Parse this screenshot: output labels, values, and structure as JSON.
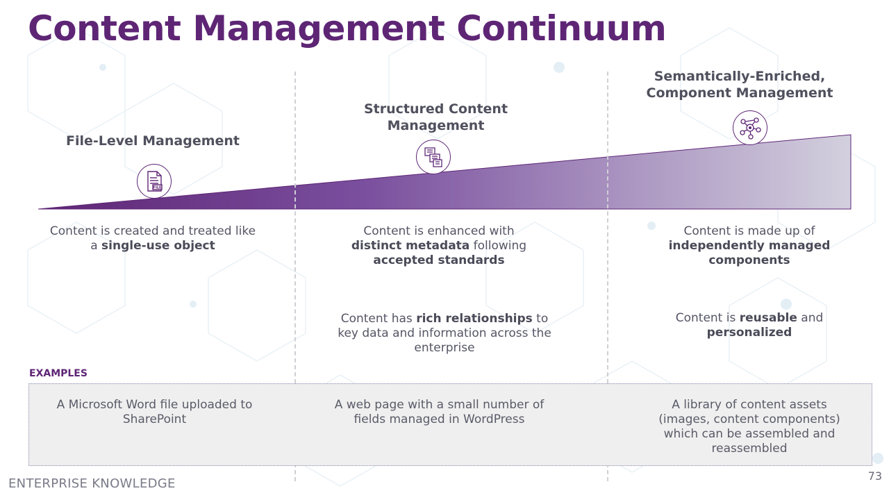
{
  "title": "Content Management Continuum",
  "columns": [
    {
      "heading": "File-Level Management",
      "icon": "file-icon",
      "descriptions": [
        [
          {
            "text": "Content is created and treated like a "
          },
          {
            "text": "single-use object",
            "bold": true
          }
        ]
      ],
      "example": "A Microsoft Word file uploaded to SharePoint"
    },
    {
      "heading": "Structured Content Management",
      "icon": "structured-content-icon",
      "descriptions": [
        [
          {
            "text": "Content is enhanced with "
          },
          {
            "text": "distinct metadata",
            "bold": true
          },
          {
            "text": " following "
          },
          {
            "text": "accepted standards",
            "bold": true
          }
        ],
        [
          {
            "text": "Content has "
          },
          {
            "text": "rich relationships",
            "bold": true
          },
          {
            "text": " to key data and information across the enterprise"
          }
        ]
      ],
      "example": "A web page with a small number of fields managed in WordPress"
    },
    {
      "heading": "Semantically-Enriched, Component Management",
      "icon": "semantic-network-icon",
      "descriptions": [
        [
          {
            "text": "Content is made up of "
          },
          {
            "text": "independently managed components",
            "bold": true
          }
        ],
        [
          {
            "text": "Content is "
          },
          {
            "text": "reusable",
            "bold": true
          },
          {
            "text": " and "
          },
          {
            "text": "personalized",
            "bold": true
          }
        ]
      ],
      "example": "A library of content assets (images, content components) which can be assembled and reassembled"
    }
  ],
  "examples_label": "EXAMPLES",
  "footer": {
    "brand": "ENTERPRISE KNOWLEDGE",
    "page_number": "73"
  },
  "colors": {
    "accent": "#5e2575",
    "gradient_start": "#5e2575",
    "gradient_end": "#d3d0de",
    "examples_bg": "#efefef"
  }
}
